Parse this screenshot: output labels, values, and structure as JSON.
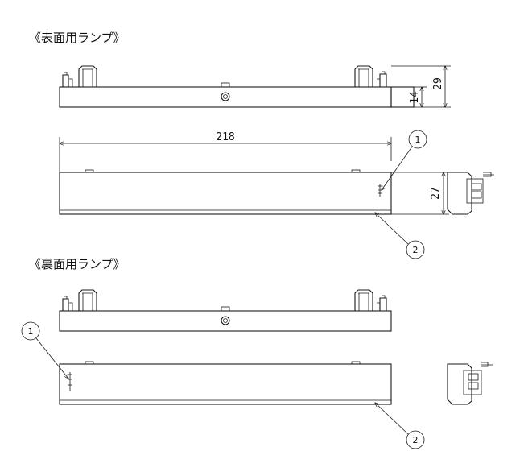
{
  "sections": {
    "front": {
      "title": "《表面用ランプ》"
    },
    "back": {
      "title": "《裏面用ランプ》"
    }
  },
  "dimensions": {
    "length": "218",
    "overall_height": "29",
    "body_height": "14",
    "front_height": "27"
  },
  "callouts": {
    "front_1": "1",
    "front_2": "2",
    "back_1": "1",
    "back_2": "2"
  }
}
